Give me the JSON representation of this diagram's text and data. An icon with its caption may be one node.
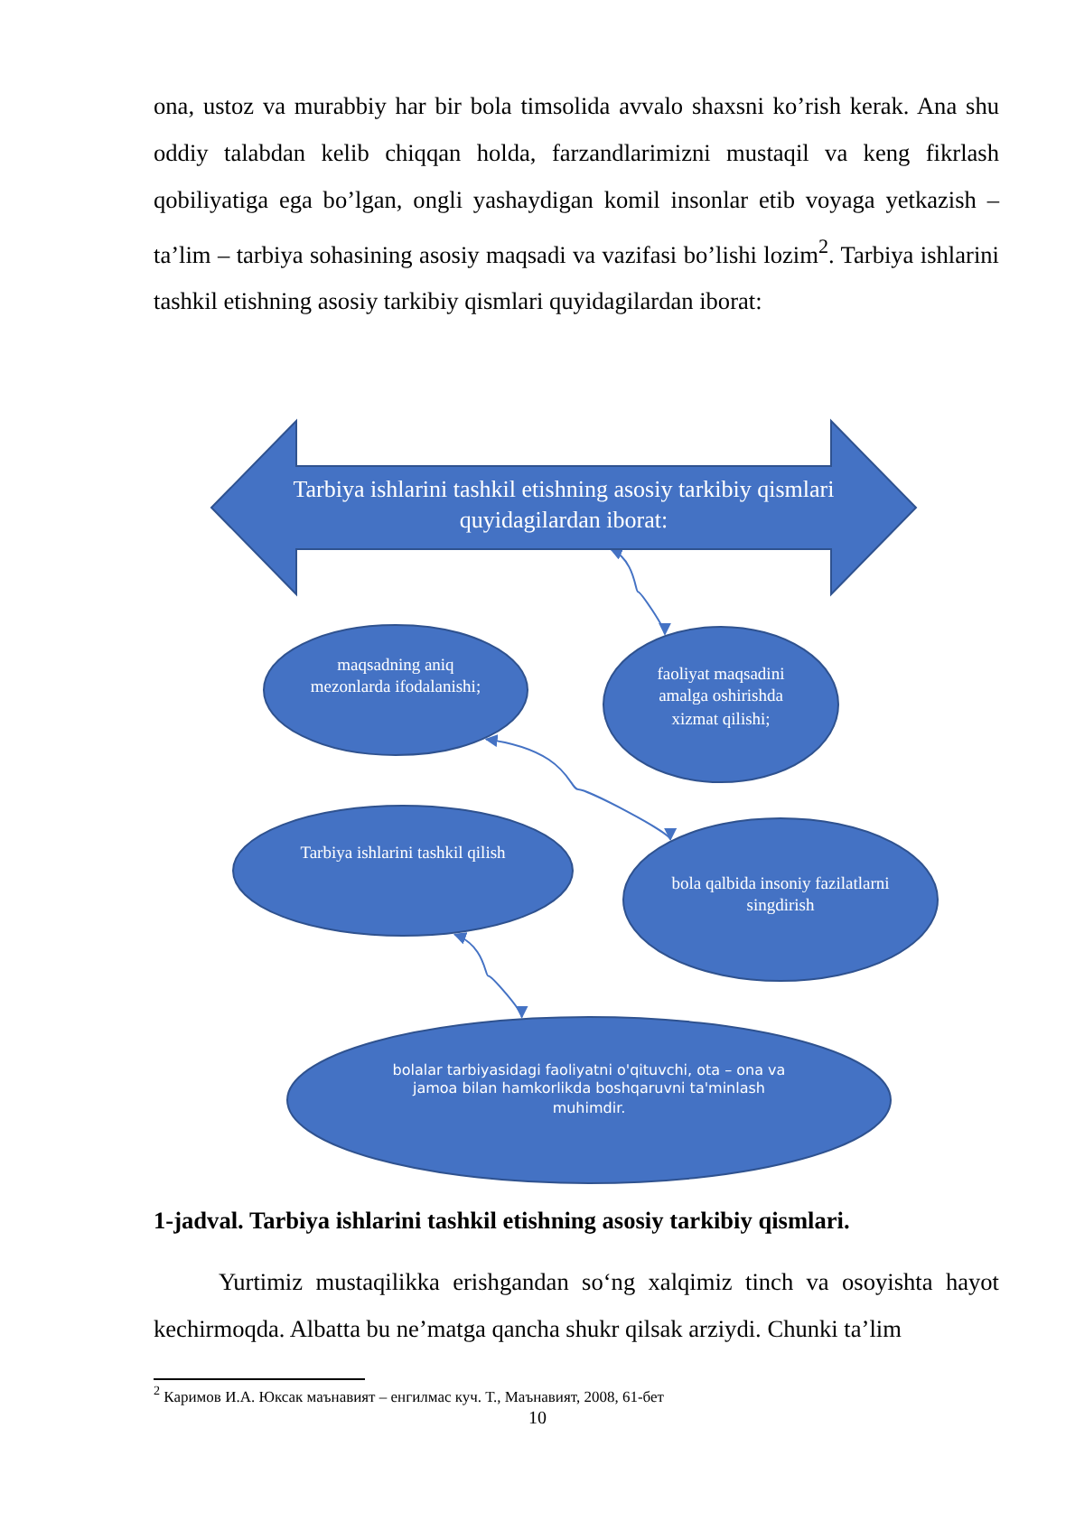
{
  "diagram": {
    "caption": "1-jadval. Tarbiya ishlarini tashkil etishning asosiy tarkibiy qismlari.",
    "nodes": [
      {
        "text": [
          "Tarbiya ishlarini tashkil etishning asosiy tarkibiy qismlari quyidagilardan iborat:"
        ]
      },
      {
        "text": [
          "maqsadning aniq mezonlarda ifodalanishi;"
        ]
      },
      {
        "text": [
          "faoliyat maqsadini amalga oshirishda xizmat qilishi;"
        ]
      },
      {
        "text": [
          "Tarbiya ishlarini tashkil qilish"
        ]
      },
      {
        "text": [
          "bola qalbida insoniy fazilatlarni singdirish"
        ]
      },
      {
        "text": [
          "bolalar tarbiyasidagi faoliyatni o'qituvchi, ota – ona va jamoa bilan hamkorlikda boshqaruvni ta'minlash muhimdir."
        ]
      }
    ],
    "edges": [
      {
        "from": 0,
        "to": 2,
        "arrow": "both"
      },
      {
        "from": 1,
        "to": 4,
        "arrow": "both"
      },
      {
        "from": 3,
        "to": 5,
        "arrow": "both"
      }
    ],
    "labels": [
      "ona, ustoz va murabbiy har bir bola timsolida avvalo  shaxsni ko’rish kerak. Ana shu oddiy talabdan kelib chiqqan holda, farzandlarimizni mustaqil va keng fikrlash qobiliyatiga ega bo’lgan, ongli yashaydigan komil insonlar etib voyaga yetkazish – ta’lim – tarbiya sohasining asosiy maqsadi va vazifasi bo’lishi lozim$^{2}$. Tarbiya ishlarini tashkil etishning asosiy tarkibiy qismlari quyidagilardan iborat:",
      "Yurtimiz mustaqilikka erishgandan so‘ng xalqimiz tinch va osoyishta hayot kechirmoqda. Albatta bu ne’matga qancha shukr qilsak arziydi. Chunki ta’lim",
      "$^{2}$ Каримов И.А. Юксак маънавият – енгилмас куч. Т., Маънавият, 2008, 61-бет",
      "10"
    ]
  }
}
